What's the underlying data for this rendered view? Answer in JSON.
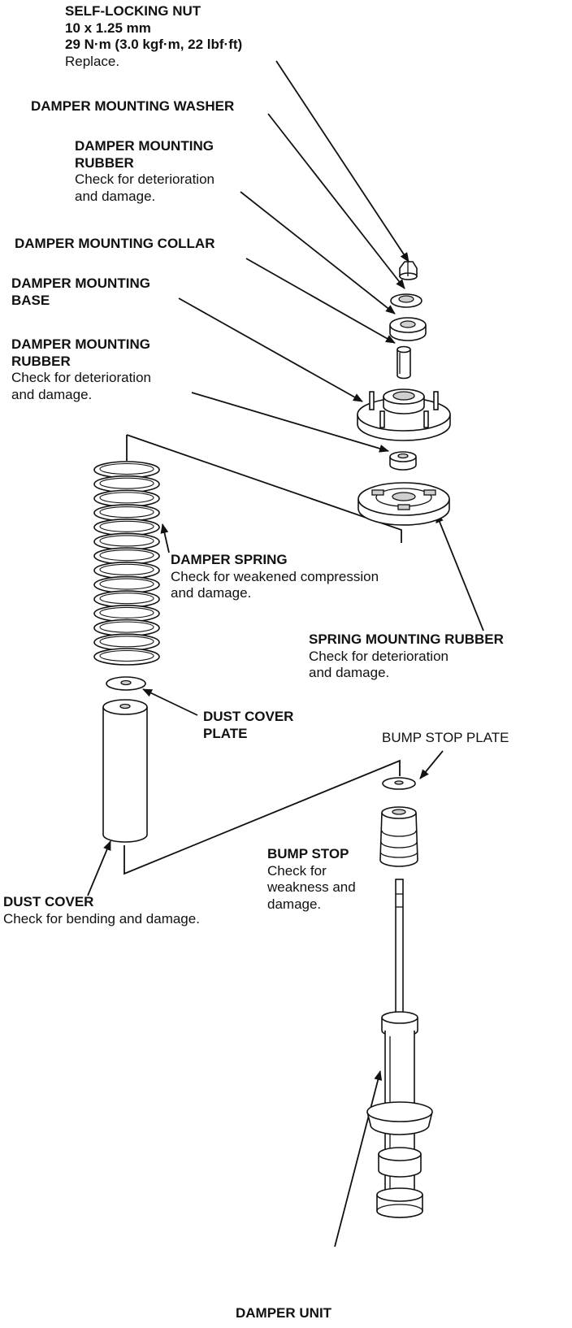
{
  "labels": {
    "nut": {
      "title": "SELF-LOCKING NUT",
      "lines": [
        "10 x 1.25 mm",
        "29 N·m (3.0 kgf·m, 22 lbf·ft)",
        "Replace."
      ]
    },
    "washer": {
      "title": "DAMPER MOUNTING WASHER"
    },
    "rubber_upper": {
      "title_lines": [
        "DAMPER MOUNTING",
        "RUBBER"
      ],
      "desc": [
        "Check for deterioration",
        "and damage."
      ]
    },
    "collar": {
      "title": "DAMPER MOUNTING COLLAR"
    },
    "base": {
      "title_lines": [
        "DAMPER MOUNTING",
        "BASE"
      ]
    },
    "rubber_lower": {
      "title_lines": [
        "DAMPER MOUNTING",
        "RUBBER"
      ],
      "desc": [
        "Check for deterioration",
        "and damage."
      ]
    },
    "spring": {
      "title": "DAMPER SPRING",
      "desc": [
        "Check for weakened compression",
        "and damage."
      ]
    },
    "spring_rubber": {
      "title": "SPRING MOUNTING RUBBER",
      "desc": [
        "Check for deterioration",
        "and damage."
      ]
    },
    "dust_plate": {
      "title_lines": [
        "DUST COVER",
        "PLATE"
      ]
    },
    "bump_plate": {
      "title": "BUMP STOP PLATE"
    },
    "bump_stop": {
      "title": "BUMP STOP",
      "desc": [
        "Check for",
        "weakness and",
        "damage."
      ]
    },
    "dust_cover": {
      "title": "DUST COVER",
      "desc": [
        "Check for bending and damage."
      ]
    },
    "damper_unit": {
      "title": "DAMPER UNIT"
    }
  }
}
